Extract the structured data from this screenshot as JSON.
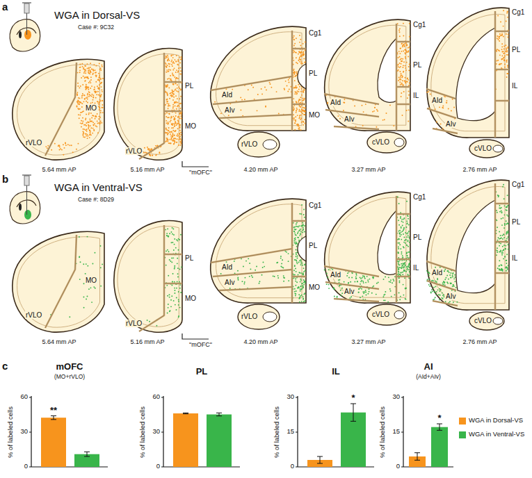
{
  "diagram": {
    "labels": [
      "a",
      "WGA in Dorsal-VS",
      "Case #: 9C32",
      "MO",
      "rVLO",
      "5.64 mm AP",
      "PL",
      "MO",
      "rVLO",
      "5.16 mm AP",
      "\"mOFC\"",
      "Cg1",
      "PL",
      "AId",
      "AIv",
      "MO",
      "rVLO",
      "4.20 mm AP",
      "Cg1",
      "PL",
      "IL",
      "AId",
      "AIv",
      "cVLO",
      "3.27 mm AP",
      "Cg1",
      "PL",
      "IL",
      "AId",
      "AIv",
      "cVLO",
      "2.76 mm AP",
      "b",
      "WGA in Ventral-VS",
      "Case #: 8D29",
      "MO",
      "rVLO",
      "5.64 mm AP",
      "PL",
      "MO",
      "rVLO",
      "5.16 mm AP",
      "\"mOFC\"",
      "Cg1",
      "PL",
      "AId",
      "AIv",
      "MO",
      "rVLO",
      "4.20 mm AP",
      "Cg1",
      "PL",
      "IL",
      "AId",
      "AIv",
      "cVLO",
      "3.27 mm AP",
      "Cg1",
      "PL",
      "IL",
      "AId",
      "AIv",
      "cVLO",
      "2.76 mm AP",
      "c",
      "mOFC",
      "(MO+rVLO)",
      "60",
      "30",
      "0",
      "% of labeled cells",
      "**",
      "PL",
      "60",
      "30",
      "0",
      "% of labeled cells",
      "IL",
      "30",
      "15",
      "0",
      "% of labeled cells",
      "*",
      "AI",
      "(AId+AIv)",
      "30",
      "15",
      "0",
      "% of labeled cells",
      "*"
    ],
    "legend": [
      {
        "text": "WGA in Dorsal-VS",
        "color": "#f7941d"
      },
      {
        "text": "WGA in Ventral-VS",
        "color": "#39b54a"
      }
    ]
  }
}
